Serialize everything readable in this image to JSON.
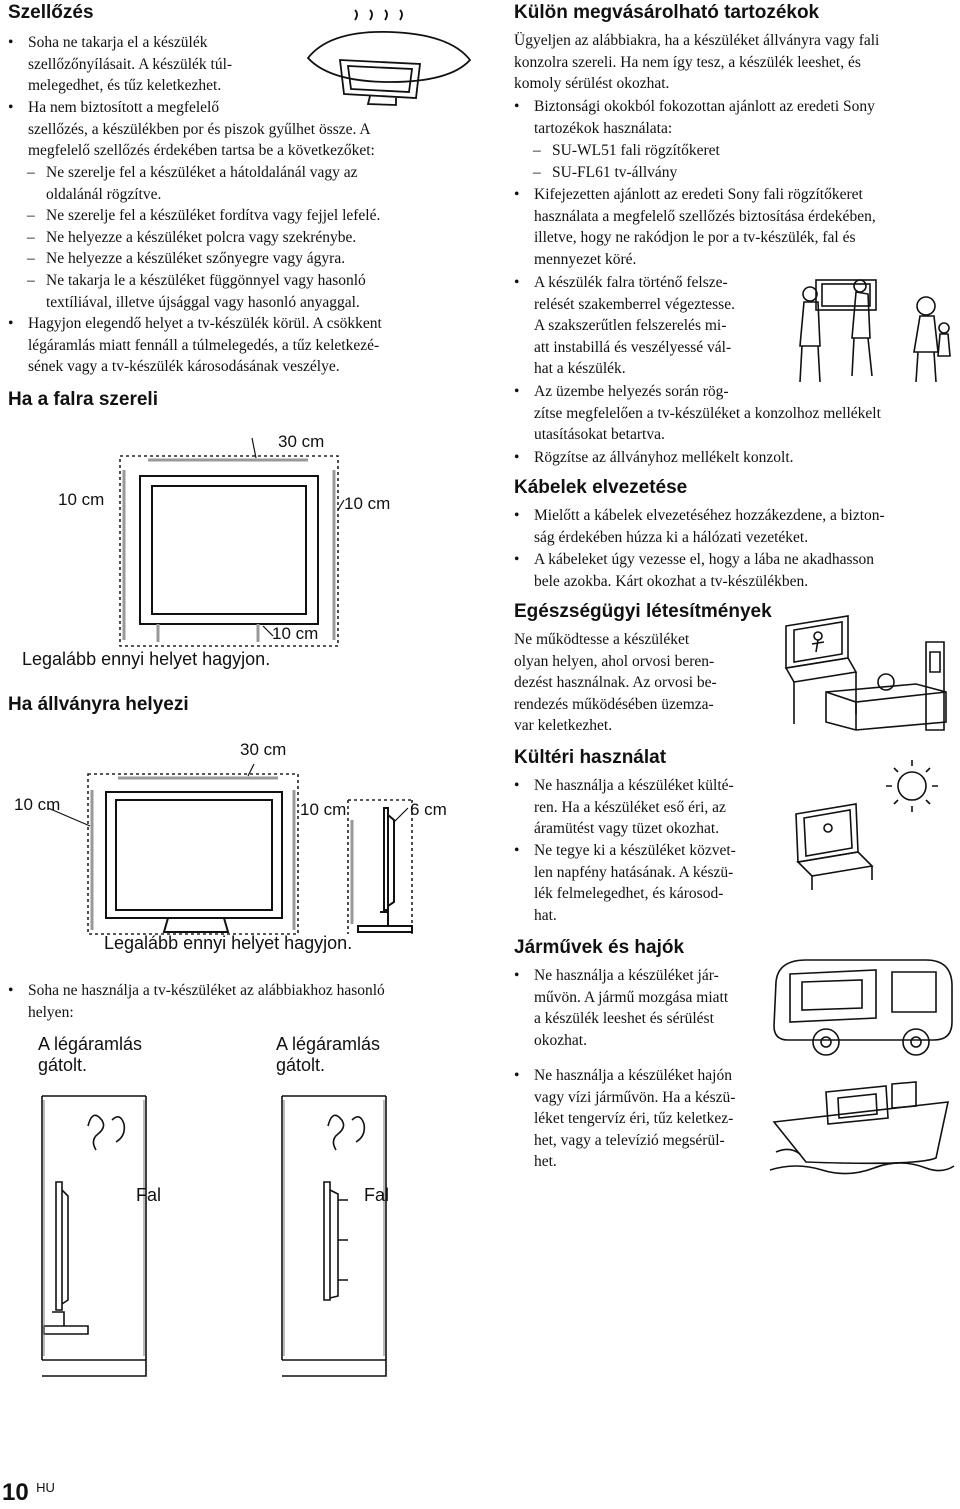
{
  "left": {
    "vent_title": "Szellőzés",
    "vent_b1_l1": "Soha ne takarja el a készülék",
    "vent_b1_l2": "szellőzőnyílásait. A készülék túl-",
    "vent_b1_l3": "melegedhet, és tűz keletkezhet.",
    "vent_b2_l1": "Ha nem biztosított a megfelelő",
    "vent_b2_l2": "szellőzés, a készülékben por és piszok gyűlhet össze. A",
    "vent_b2_l3": "megfelelő szellőzés érdekében tartsa be a következőket:",
    "vent_d1_l1": "Ne szerelje fel a készüléket a hátoldalánál vagy az",
    "vent_d1_l2": "oldalánál rögzítve.",
    "vent_d2": "Ne szerelje fel a készüléket fordítva vagy fejjel lefelé.",
    "vent_d3": "Ne helyezze a készüléket polcra vagy szekrénybe.",
    "vent_d4": "Ne helyezze a készüléket szőnyegre vagy ágyra.",
    "vent_d5_l1": "Ne takarja le a készüléket függönnyel vagy hasonló",
    "vent_d5_l2": "textíliával, illetve újsággal vagy hasonló anyaggal.",
    "vent_b3_l1": "Hagyjon elegendő helyet a tv-készülék körül. A csökkent",
    "vent_b3_l2": "légáramlás miatt fennáll a túlmelegedés, a tűz keletkezé-",
    "vent_b3_l3": "sének vagy a tv-készülék károsodásának veszélye.",
    "wall_title": "Ha a falra szereli",
    "wall_top": "30 cm",
    "wall_left": "10 cm",
    "wall_right": "10 cm",
    "wall_bottom": "10 cm",
    "wall_caption": "Legalább ennyi helyet hagyjon.",
    "stand_title": "Ha állványra helyezi",
    "stand_top": "30 cm",
    "stand_left": "10 cm",
    "stand_right": "10 cm",
    "stand_side": "6 cm",
    "stand_caption": "Legalább ennyi helyet hagyjon.",
    "never_l1": "Soha ne használja a tv-készüléket az alábbiakhoz hasonló",
    "never_l2": "helyen:",
    "blocked1_l1": "A légáramlás",
    "blocked1_l2": "gátolt.",
    "blocked2_l1": "A légáramlás",
    "blocked2_l2": "gátolt.",
    "wall_label1": "Fal",
    "wall_label2": "Fal"
  },
  "right": {
    "acc_title": "Külön megvásárolható tartozékok",
    "acc_p_l1": "Ügyeljen az alábbiakra, ha a készüléket állványra vagy fali",
    "acc_p_l2": "konzolra szereli. Ha nem így tesz, a készülék leeshet, és",
    "acc_p_l3": "komoly sérülést okozhat.",
    "acc_b1_l1": "Biztonsági okokból fokozottan ajánlott az eredeti Sony",
    "acc_b1_l2": "tartozékok használata:",
    "acc_d1": "SU-WL51 fali rögzítőkeret",
    "acc_d2": "SU-FL61 tv-állvány",
    "acc_b2_l1": "Kifejezetten ajánlott az eredeti Sony fali rögzítőkeret",
    "acc_b2_l2": "használata a megfelelő szellőzés biztosítása érdekében,",
    "acc_b2_l3": "illetve, hogy ne rakódjon le por a tv-készülék, fal és",
    "acc_b2_l4": "mennyezet köré.",
    "acc_b3_l1": "A készülék falra történő felsze-",
    "acc_b3_l2": "relését szakemberrel végeztesse.",
    "acc_b3_l3": "A szakszerűtlen felszerelés mi-",
    "acc_b3_l4": "att instabillá és veszélyessé vál-",
    "acc_b3_l5": "hat a készülék.",
    "acc_b4_l1": "Az üzembe helyezés során rög-",
    "acc_b4_l2": "zítse megfelelően a tv-készüléket a konzolhoz mellékelt",
    "acc_b4_l3": "utasításokat betartva.",
    "acc_b5": "Rögzítse az állványhoz mellékelt konzolt.",
    "cable_title": "Kábelek elvezetése",
    "cable_b1_l1": "Mielőtt a kábelek elvezetéséhez hozzákezdene, a bizton-",
    "cable_b1_l2": "ság érdekében húzza ki a hálózati vezetéket.",
    "cable_b2_l1": "A kábeleket úgy vezesse el, hogy a lába ne akadhasson",
    "cable_b2_l2": "bele azokba. Kárt okozhat a tv-készülékben.",
    "health_title": "Egészségügyi létesítmények",
    "health_l1": "Ne működtesse a készüléket",
    "health_l2": "olyan helyen, ahol orvosi beren-",
    "health_l3": "dezést használnak. Az orvosi be-",
    "health_l4": "rendezés működésében üzemza-",
    "health_l5": "var keletkezhet.",
    "outdoor_title": "Kültéri használat",
    "outdoor_b1_l1": "Ne használja a készüléket külté-",
    "outdoor_b1_l2": "ren. Ha a készüléket eső éri, az",
    "outdoor_b1_l3": "áramütést vagy tüzet okozhat.",
    "outdoor_b2_l1": "Ne tegye ki a készüléket közvet-",
    "outdoor_b2_l2": "len napfény hatásának. A készü-",
    "outdoor_b2_l3": "lék felmelegedhet, és károsod-",
    "outdoor_b2_l4": "hat.",
    "vehicle_title": "Járművek és hajók",
    "vehicle_b1_l1": "Ne használja a készüléket jár-",
    "vehicle_b1_l2": "művön. A jármű mozgása miatt",
    "vehicle_b1_l3": "a készülék leeshet és sérülést",
    "vehicle_b1_l4": "okozhat.",
    "vehicle_b2_l1": "Ne használja a készüléket hajón",
    "vehicle_b2_l2": "vagy vízi járművön. Ha a készü-",
    "vehicle_b2_l3": "léket tengervíz éri, tűz keletkez-",
    "vehicle_b2_l4": "het, vagy a televízió megsérül-",
    "vehicle_b2_l5": "het."
  },
  "footer": {
    "page_number": "10",
    "lang": "HU"
  },
  "marks": {
    "bullet": "•",
    "dash": "–"
  }
}
